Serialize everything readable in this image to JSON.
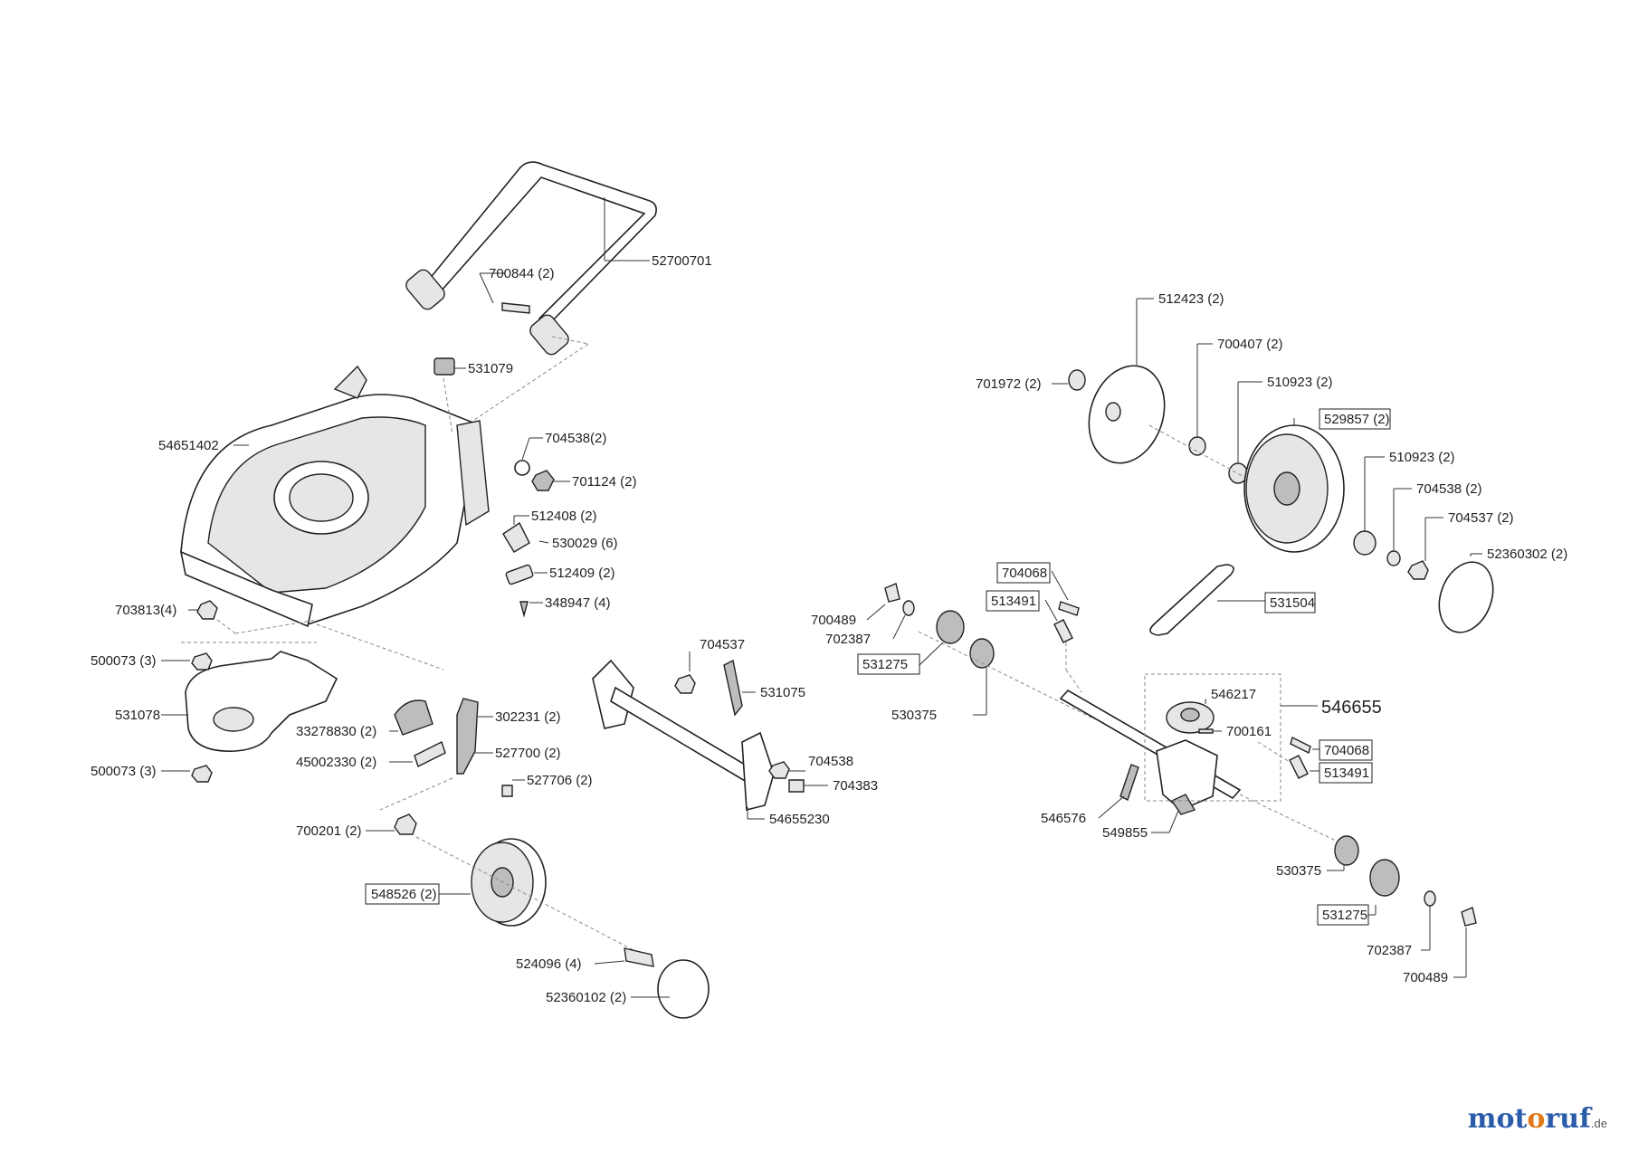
{
  "labels": {
    "p52700701": "52700701",
    "p700844": "700844 (2)",
    "p531079": "531079",
    "p54651402": "54651402",
    "p704538a": "704538(2)",
    "p701124": "701124 (2)",
    "p512408": "512408 (2)",
    "p530029": "530029 (6)",
    "p512409": "512409 (2)",
    "p348947": "348947 (4)",
    "p703813": "703813(4)",
    "p500073a": "500073 (3)",
    "p531078": "531078",
    "p500073b": "500073 (3)",
    "p33278830": "33278830 (2)",
    "p45002330": "45002330 (2)",
    "p302231": "302231 (2)",
    "p527700": "527700 (2)",
    "p527706": "527706 (2)",
    "p700201": "700201 (2)",
    "p548526": "548526 (2)",
    "p524096": "524096 (4)",
    "p52360102": "52360102 (2)",
    "p704537a": "704537",
    "p531075": "531075",
    "p704538b": "704538",
    "p704383": "704383",
    "p54655230": "54655230",
    "p512423": "512423 (2)",
    "p700407": "700407 (2)",
    "p701972": "701972 (2)",
    "p510923a": "510923 (2)",
    "p529857": "529857 (2)",
    "p510923b": "510923 (2)",
    "p704538c": "704538 (2)",
    "p704537b": "704537 (2)",
    "p52360302": "52360302 (2)",
    "p704068a": "704068",
    "p513491a": "513491",
    "p531504": "531504",
    "p700489a": "700489",
    "p702387a": "702387",
    "p531275a": "531275",
    "p530375a": "530375",
    "p546217": "546217",
    "p546655": "546655",
    "p700161": "700161",
    "p704068b": "704068",
    "p513491b": "513491",
    "p546576": "546576",
    "p549855": "549855",
    "p530375b": "530375",
    "p531275b": "531275",
    "p702387b": "702387",
    "p700489b": "700489"
  },
  "logo": {
    "part1": "mot",
    "part2": "o",
    "part3": "ruf",
    "tld": ".de"
  }
}
